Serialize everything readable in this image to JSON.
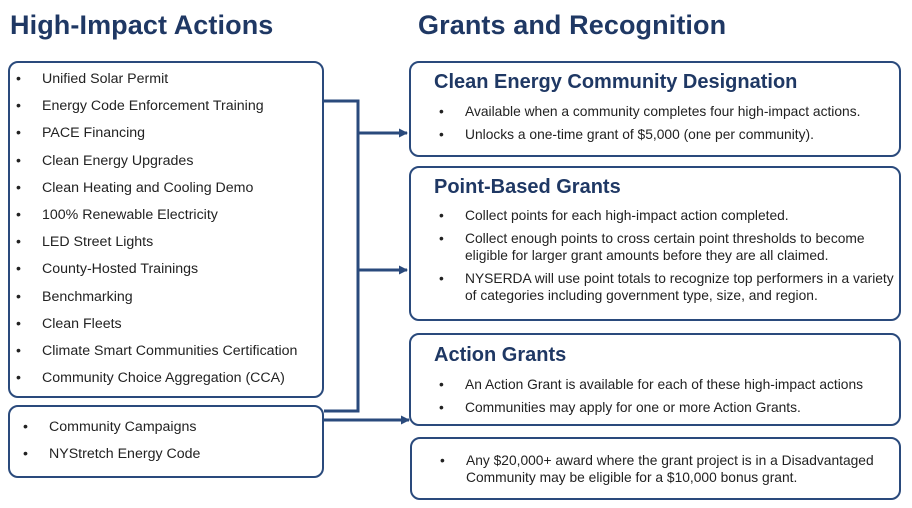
{
  "left": {
    "heading": "High-Impact Actions",
    "group1": [
      "Unified Solar Permit",
      "Energy Code Enforcement Training",
      "PACE Financing",
      "Clean Energy Upgrades",
      "Clean Heating and Cooling Demo",
      "100% Renewable Electricity",
      "LED Street Lights",
      "County-Hosted Trainings",
      "Benchmarking",
      "Clean Fleets",
      "Climate Smart Communities Certification",
      "Community Choice Aggregation (CCA)"
    ],
    "group2": [
      "Community Campaigns",
      "NYStretch Energy Code"
    ]
  },
  "right": {
    "heading": "Grants and Recognition",
    "designation": {
      "title": "Clean Energy Community Designation",
      "bullets": [
        "Available when a community completes four high-impact actions.",
        "Unlocks a one-time grant of $5,000 (one per community)."
      ]
    },
    "point_grants": {
      "title": "Point-Based Grants",
      "bullets": [
        "Collect points for each high-impact action completed.",
        "Collect enough points to cross certain point thresholds to become eligible for larger grant amounts before they are all claimed.",
        "NYSERDA will use point totals to recognize top performers in a variety of categories including government type, size, and region."
      ]
    },
    "action_grants": {
      "title": "Action Grants",
      "bullets": [
        "An Action Grant is available for each of these high-impact actions",
        "Communities may apply for one or more Action Grants."
      ]
    },
    "bonus": {
      "bullets": [
        "Any $20,000+ award where the grant project is in a Disadvantaged Community may be eligible for a $10,000 bonus grant."
      ]
    }
  },
  "colors": {
    "navy": "#1f3864",
    "border": "#2a4a7c"
  }
}
